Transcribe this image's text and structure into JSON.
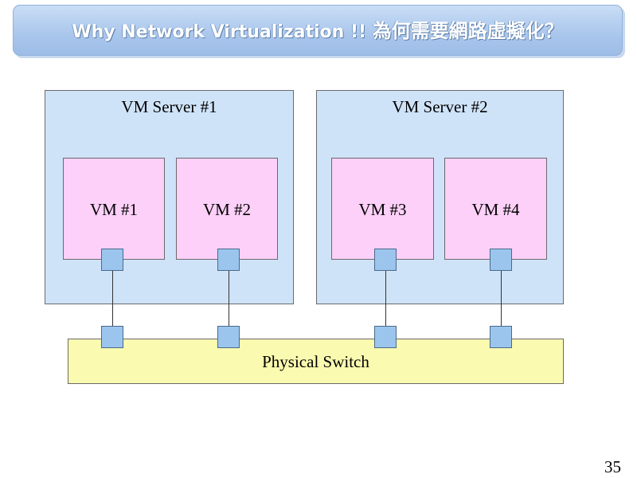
{
  "slide": {
    "title_en": "Why Network Virtualization !!",
    "title_zh": "為何需要網路虛擬化？",
    "page_number": "35"
  },
  "diagram": {
    "servers": [
      {
        "label": "VM Server #1"
      },
      {
        "label": "VM Server #2"
      }
    ],
    "vms": [
      {
        "label": "VM #1"
      },
      {
        "label": "VM #2"
      },
      {
        "label": "VM #3"
      },
      {
        "label": "VM #4"
      }
    ],
    "switch": {
      "label": "Physical Switch"
    }
  },
  "colors": {
    "server_fill": "#cfe3f8",
    "vm_fill": "#fcd0f8",
    "switch_fill": "#fafab0",
    "port_fill": "#9cc5ee",
    "title_bar": "#a9c6ec"
  }
}
